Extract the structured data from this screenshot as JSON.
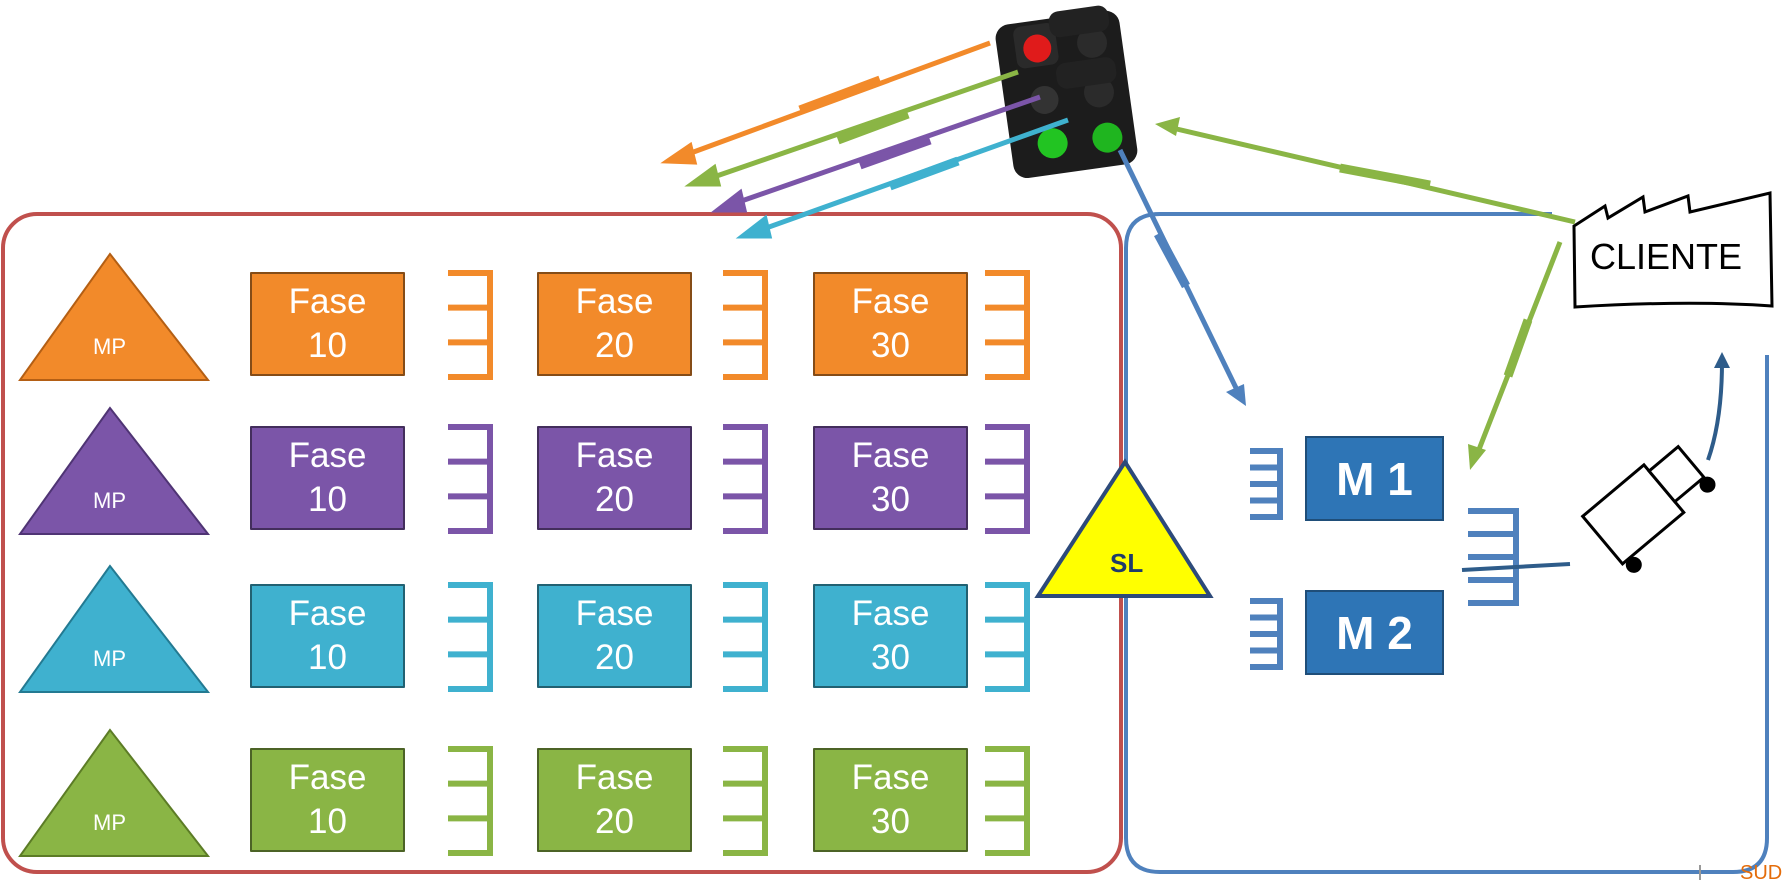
{
  "rows": [
    {
      "color": "#f28a2a",
      "dark": "#b45f14",
      "mp": "MP",
      "phases": [
        {
          "line1": "Fase",
          "line2": "10"
        },
        {
          "line1": "Fase",
          "line2": "20"
        },
        {
          "line1": "Fase",
          "line2": "30"
        }
      ]
    },
    {
      "color": "#7b55a8",
      "dark": "#4f3474",
      "mp": "MP",
      "phases": [
        {
          "line1": "Fase",
          "line2": "10"
        },
        {
          "line1": "Fase",
          "line2": "20"
        },
        {
          "line1": "Fase",
          "line2": "30"
        }
      ]
    },
    {
      "color": "#3fb1cf",
      "dark": "#237a92",
      "mp": "MP",
      "phases": [
        {
          "line1": "Fase",
          "line2": "10"
        },
        {
          "line1": "Fase",
          "line2": "20"
        },
        {
          "line1": "Fase",
          "line2": "30"
        }
      ]
    },
    {
      "color": "#8ab545",
      "dark": "#5c7c26",
      "mp": "MP",
      "phases": [
        {
          "line1": "Fase",
          "line2": "10"
        },
        {
          "line1": "Fase",
          "line2": "20"
        },
        {
          "line1": "Fase",
          "line2": "30"
        }
      ]
    }
  ],
  "machines": {
    "m1": "M 1",
    "m2": "M 2"
  },
  "supermarket": {
    "label": "SL",
    "color": "#ffff00"
  },
  "customer": {
    "label": "CLIENTE"
  },
  "footer": {
    "label": "SUD"
  },
  "colors": {
    "left_frame": "#c0504d",
    "right_frame": "#4f81bd",
    "kanban_blue": "#4f81bd"
  },
  "icons": [
    "traffic-light-icon",
    "factory-icon",
    "cart-icon"
  ]
}
